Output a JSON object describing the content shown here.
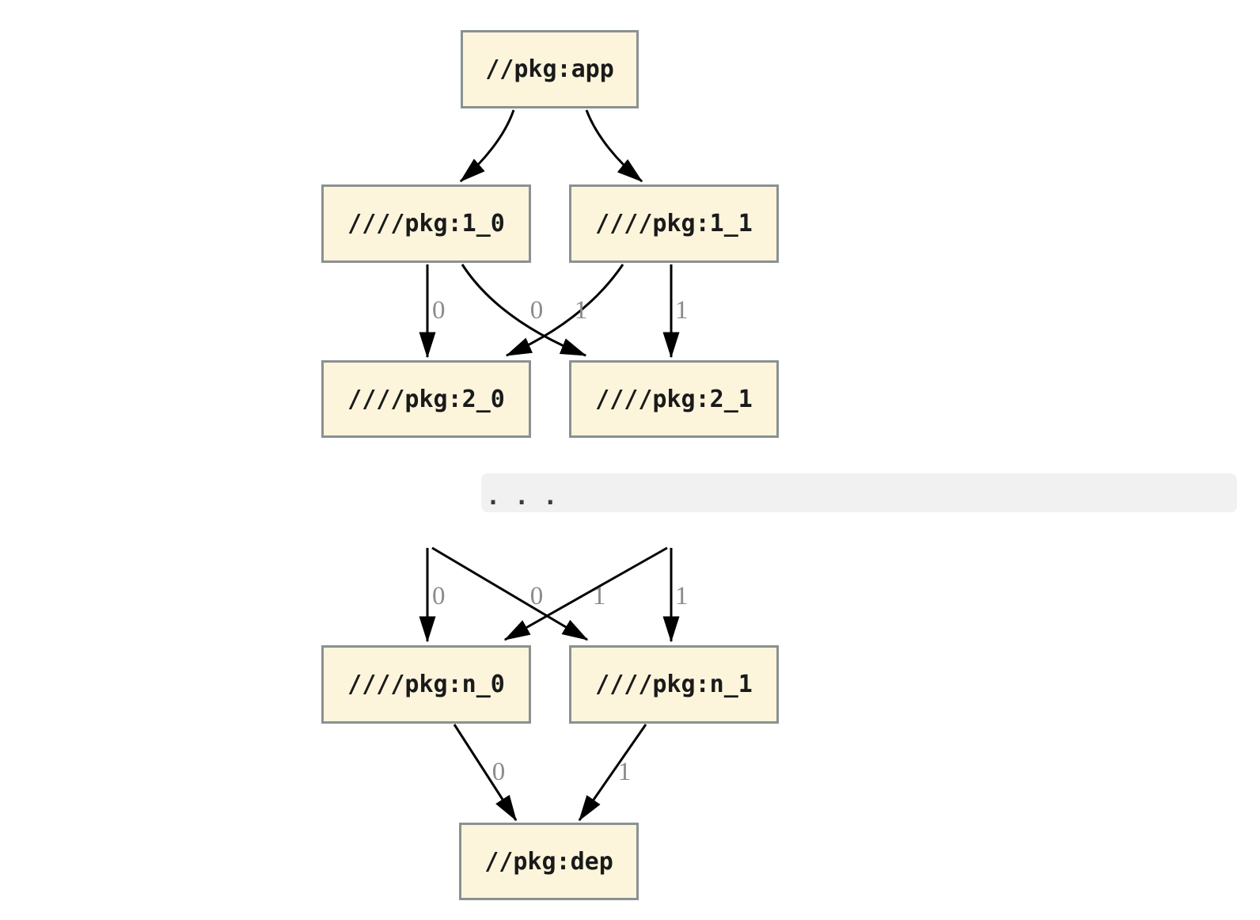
{
  "diagram": {
    "nodes": {
      "app": {
        "label": "//pkg:app"
      },
      "1_0": {
        "label": "////pkg:1_0"
      },
      "1_1": {
        "label": "////pkg:1_1"
      },
      "2_0": {
        "label": "////pkg:2_0"
      },
      "2_1": {
        "label": "////pkg:2_1"
      },
      "n_0": {
        "label": "////pkg:n_0"
      },
      "n_1": {
        "label": "////pkg:n_1"
      },
      "dep": {
        "label": "//pkg:dep"
      }
    },
    "ellipsis": ". . .",
    "edges": [
      {
        "from": "app",
        "to": "1_0",
        "label": ""
      },
      {
        "from": "app",
        "to": "1_1",
        "label": ""
      },
      {
        "from": "1_0",
        "to": "2_0",
        "label": "0"
      },
      {
        "from": "1_0",
        "to": "2_1",
        "label": "1"
      },
      {
        "from": "1_1",
        "to": "2_0",
        "label": "0"
      },
      {
        "from": "1_1",
        "to": "2_1",
        "label": "1"
      },
      {
        "from": "ellipsis_0",
        "to": "n_0",
        "label": "0"
      },
      {
        "from": "ellipsis_0",
        "to": "n_1",
        "label": "1"
      },
      {
        "from": "ellipsis_1",
        "to": "n_0",
        "label": "0"
      },
      {
        "from": "ellipsis_1",
        "to": "n_1",
        "label": "1"
      },
      {
        "from": "n_0",
        "to": "dep",
        "label": "0"
      },
      {
        "from": "n_1",
        "to": "dep",
        "label": "1"
      }
    ]
  },
  "colors": {
    "node-fill": "#FCF5DC",
    "node-border": "#8A9191",
    "node-text": "#1A1A1A",
    "edge": "#000000",
    "edge-label": "#8B8B8B",
    "band-bg": "#F1F1F1",
    "band-text": "#3A3A3A",
    "page-bg": "#FFFFFF"
  }
}
